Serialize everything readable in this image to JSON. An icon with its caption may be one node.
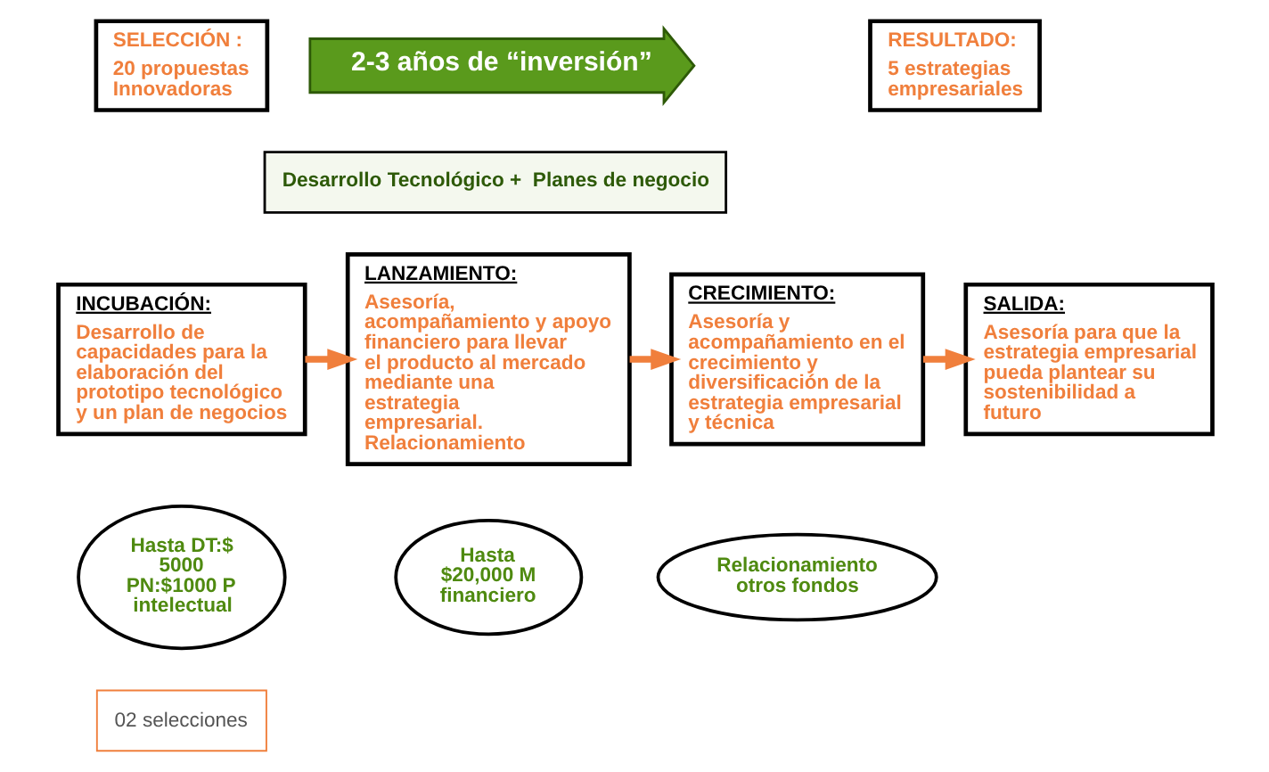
{
  "diagram": {
    "nodes": [
      {
        "text": [
          "SELECCIÓN :",
          "20 propuestas Innovadoras"
        ]
      },
      {
        "text": [
          "2-3 años de “inversión”"
        ]
      },
      {
        "text": [
          "RESULTADO:",
          "5 estrategias empresariales"
        ]
      },
      {
        "text": [
          "Desarrollo Tecnológico +  Planes de negocio"
        ]
      },
      {
        "text": [
          "INCUBACIÓN:",
          "Desarrollo de capacidades para la elaboración del prototipo tecnológico y un plan de negocios"
        ]
      },
      {
        "text": [
          "LANZAMIENTO:",
          "Asesoría, acompañamiento y apoyo financiero para llevar el producto al mercado mediante una estrategia empresarial. Relacionamiento"
        ]
      },
      {
        "text": [
          "CRECIMIENTO:",
          "Asesoría y acompañamiento en el crecimiento y diversificación de la estrategia empresarial y técnica"
        ]
      },
      {
        "text": [
          "SALIDA:",
          "Asesoría para que la estrategia empresarial pueda plantear su sostenibilidad a futuro"
        ]
      },
      {
        "text": [
          "Hasta DT:$ 5000 PN:$1000 P intelectual"
        ]
      },
      {
        "text": [
          "Hasta $20,000 M financiero"
        ]
      },
      {
        "text": [
          "Relacionamiento otros fondos"
        ]
      },
      {
        "text": [
          "02 selecciones"
        ]
      }
    ],
    "edges": [
      {
        "from": 4,
        "to": 5,
        "arrow": "to"
      },
      {
        "from": 5,
        "to": 6,
        "arrow": "to"
      },
      {
        "from": 6,
        "to": 7,
        "arrow": "to"
      }
    ]
  }
}
